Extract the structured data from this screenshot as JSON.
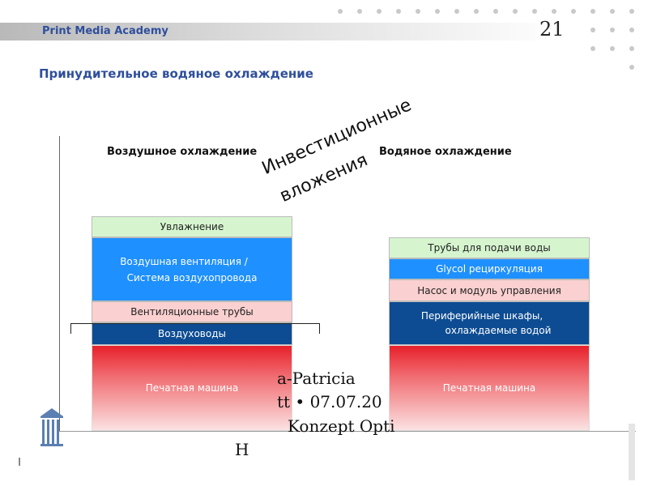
{
  "header": {
    "brand": "Print Media Academy",
    "page_number": "21"
  },
  "slide": {
    "title": "Принудительное водяное охлаждение",
    "air_heading": "Воздушное охлаждение",
    "water_heading": "Водяное охлаждение",
    "investment_line1": "Инвестиционные",
    "investment_line2": "вложения"
  },
  "air_stack": [
    "Увлажнение",
    "Воздушная вентиляция /",
    "Система воздухопровода",
    "Вентиляционные трубы",
    "Воздуховоды",
    "Печатная машина"
  ],
  "water_stack": [
    "Трубы для подачи воды",
    "Glycol рециркуляция",
    "Насос и модуль управления",
    "Периферийные шкафы,",
    "охлаждаемые водой",
    "Печатная машина"
  ],
  "overlay_text": [
    "a-Patricia",
    "tt • 07.07.20",
    "Konzept Opti",
    "H"
  ],
  "colors": {
    "brand_blue": "#2f4f9c",
    "humidification_green": "#d6f5cf",
    "ventilation_blue": "#1e90ff",
    "pipe_pink": "#fbd0d0",
    "duct_navy": "#0d4c92",
    "press_red": "#e8202a"
  }
}
